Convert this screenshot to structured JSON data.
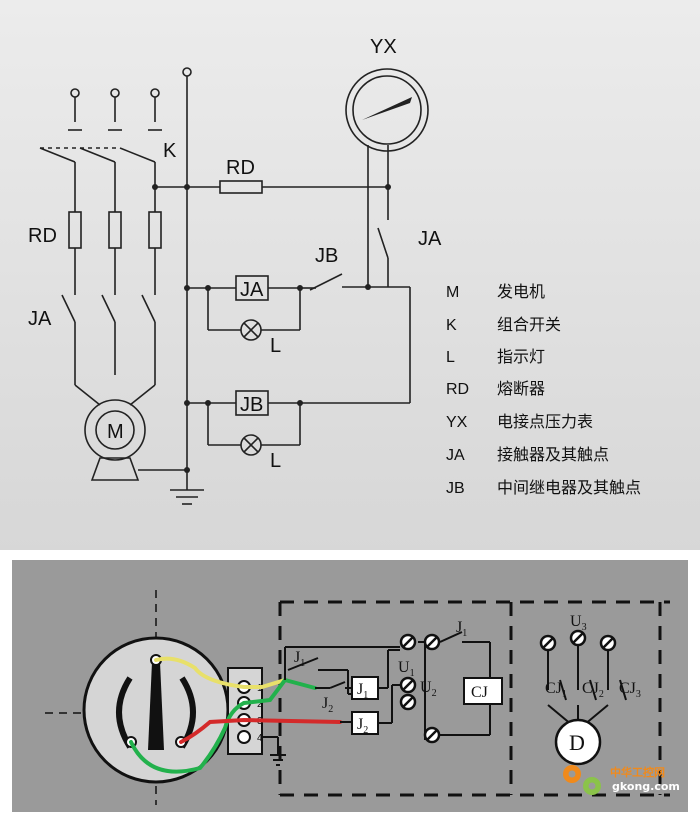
{
  "top": {
    "labels": {
      "K": "K",
      "RD_left": "RD",
      "JA_left": "JA",
      "RD_top": "RD",
      "YX": "YX",
      "JA_right": "JA",
      "JB": "JB",
      "JA_box": "JA",
      "JB_box": "JB",
      "L1": "L",
      "L2": "L",
      "M": "M"
    },
    "legend": [
      {
        "code": "M",
        "desc": "发电机"
      },
      {
        "code": "K",
        "desc": "组合开关"
      },
      {
        "code": "L",
        "desc": "指示灯"
      },
      {
        "code": "RD",
        "desc": "熔断器"
      },
      {
        "code": "YX",
        "desc": "电接点压力表"
      },
      {
        "code": "JA",
        "desc": "接触器及其触点"
      },
      {
        "code": "JB",
        "desc": "中间继电器及其触点"
      }
    ]
  },
  "bottom": {
    "labels": {
      "J1_switch": "J",
      "J1_switch_sub": "1",
      "J2_switch": "J",
      "J2_switch_sub": "2",
      "J1_relay": "J",
      "J1_relay_sub": "1",
      "J2_relay": "J",
      "J2_relay_sub": "2",
      "U1": "U",
      "U1_sub": "1",
      "U2": "U",
      "U2_sub": "2",
      "J1_contact": "J",
      "J1_contact_sub": "1",
      "CJ": "CJ",
      "U3": "U",
      "U3_sub": "3",
      "CJ1": "CJ",
      "CJ1_sub": "1",
      "CJ2": "CJ",
      "CJ2_sub": "2",
      "CJ3": "CJ",
      "CJ3_sub": "3",
      "D": "D",
      "t1": "1",
      "t2": "2",
      "t3": "3",
      "t4": "4"
    },
    "watermark": {
      "line1": "中华工控网",
      "line2": "gkong.com"
    },
    "colors": {
      "yellow": "#e8e06a",
      "green": "#22b14c",
      "red": "#d42a2a",
      "orange": "#f08a1c"
    }
  }
}
